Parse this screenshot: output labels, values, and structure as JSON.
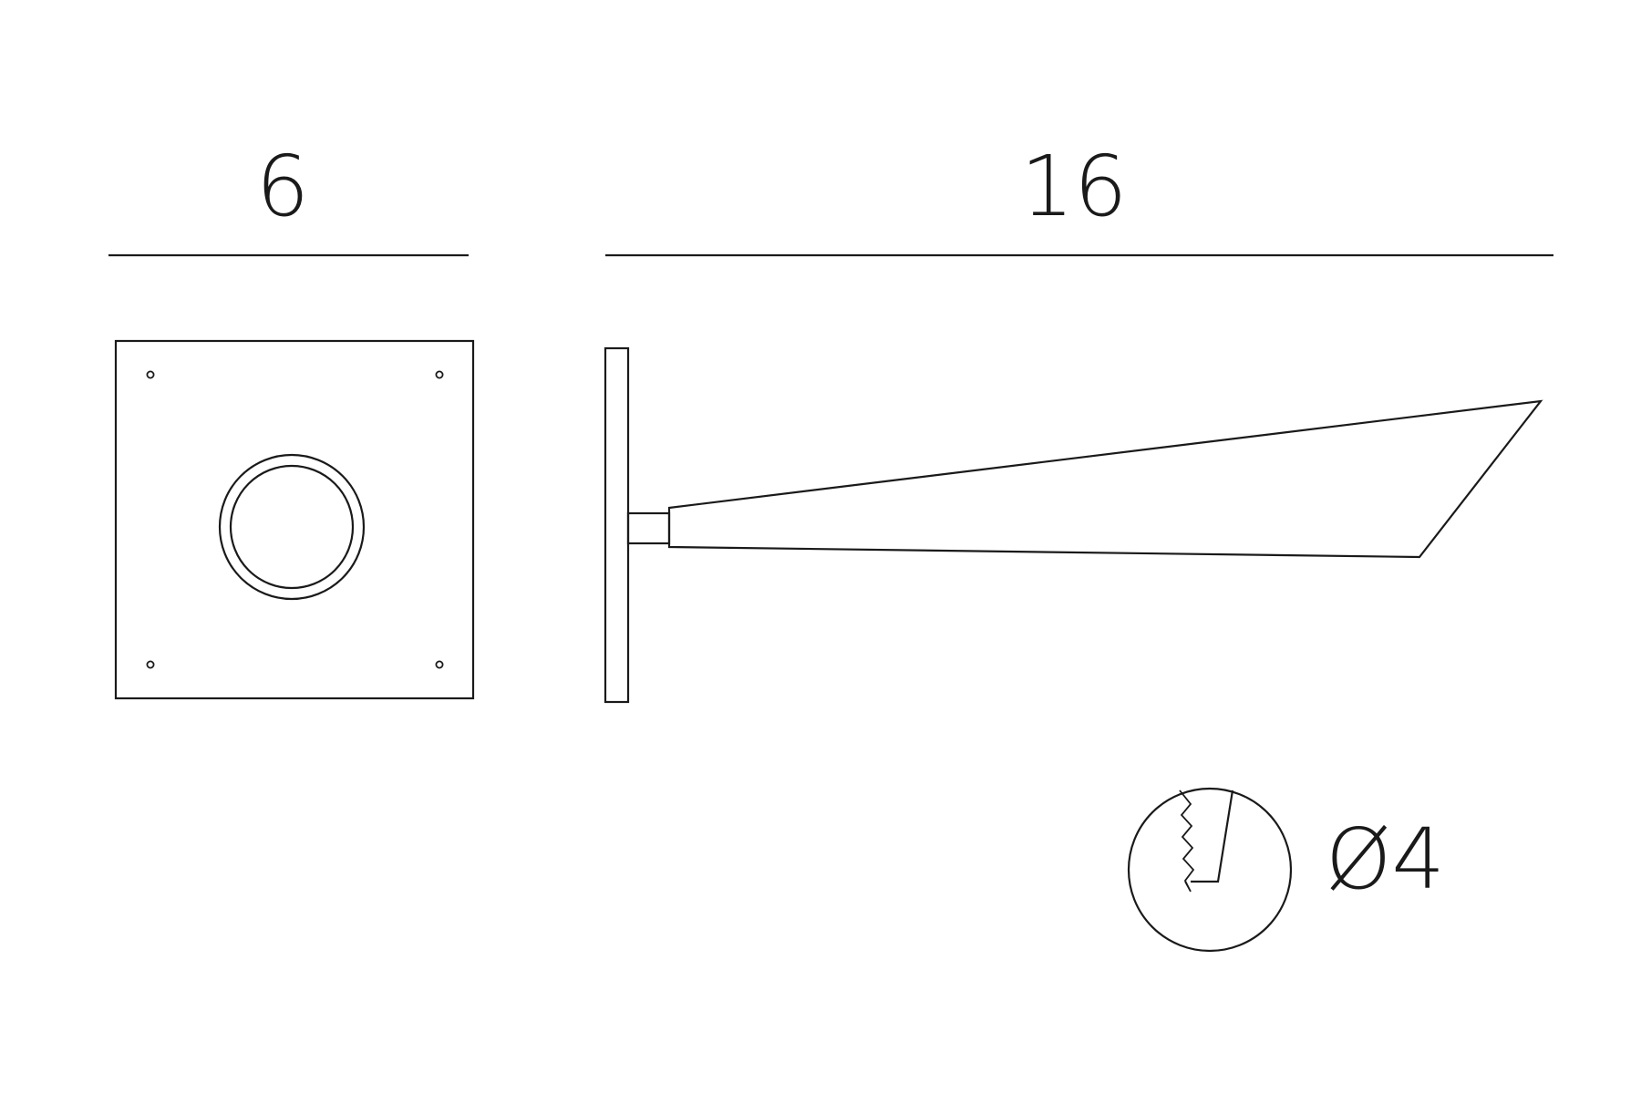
{
  "dimensions": {
    "plate_width_label": "6",
    "fixture_length_label": "16",
    "diameter_label": "Ø4"
  },
  "colors": {
    "line": "#1a1a1a",
    "background": "#ffffff"
  }
}
